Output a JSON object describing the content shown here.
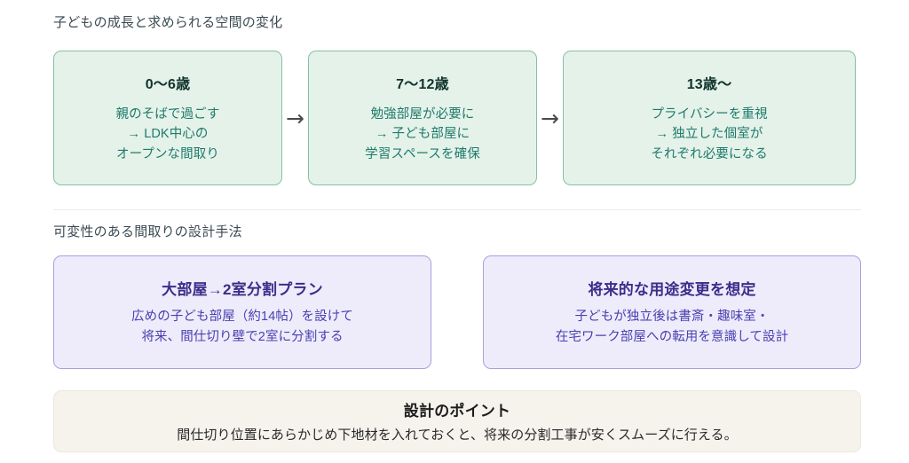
{
  "sections": {
    "stage": {
      "title": "子どもの成長と求められる空間の変化",
      "arrow_glyph": "→",
      "cards": [
        {
          "heading": "0〜6歳",
          "lines": [
            "親のそばで過ごす",
            "→ LDK中心の",
            "オープンな間取り"
          ]
        },
        {
          "heading": "7〜12歳",
          "lines": [
            "勉強部屋が必要に",
            "→ 子ども部屋に",
            "学習スペースを確保"
          ]
        },
        {
          "heading": "13歳〜",
          "lines": [
            "プライバシーを重視",
            "→ 独立した個室が",
            "それぞれ必要になる"
          ]
        }
      ]
    },
    "method": {
      "title": "可変性のある間取りの設計手法",
      "cards": [
        {
          "heading": "大部屋→2室分割プラン",
          "lines": [
            "広めの子ども部屋（約14帖）を設けて",
            "将来、間仕切り壁で2室に分割する"
          ]
        },
        {
          "heading": "将来的な用途変更を想定",
          "lines": [
            "子どもが独立後は書斎・趣味室・",
            "在宅ワーク部屋への転用を意識して設計"
          ]
        }
      ]
    },
    "point": {
      "heading": "設計のポイント",
      "body": "間仕切り位置にあらかじめ下地材を入れておくと、将来の分割工事が安くスムーズに行える。"
    }
  },
  "colors": {
    "stage_card_bg": "#e4f2ea",
    "stage_card_border": "#86bfa6",
    "stage_body_text": "#1f7a6a",
    "method_card_bg": "#eeecfb",
    "method_card_border": "#a9a0e0",
    "method_head_text": "#3b2d8a",
    "method_body_text": "#4a3fb0",
    "point_card_bg": "#f5f3ec",
    "point_card_border": "#ebe7dc",
    "divider": "#ececec",
    "page_bg": "#ffffff"
  }
}
